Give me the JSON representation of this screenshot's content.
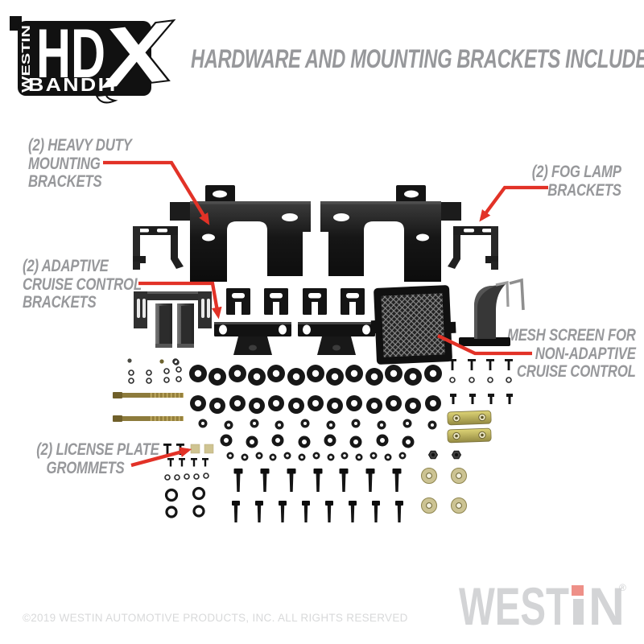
{
  "branding": {
    "logo": {
      "brand": "WESTIN",
      "model_hd": "HD",
      "model_x": "X",
      "sub": "BANDIT",
      "model_full": "HDX BANDIT"
    },
    "footer_logo": {
      "prefix": "WEST",
      "suffix": "N",
      "registered": "®",
      "full": "WESTIN"
    },
    "copyright": "©2019 WESTIN AUTOMOTIVE PRODUCTS, INC. ALL RIGHTS RESERVED"
  },
  "header": {
    "title": "HARDWARE AND MOUNTING BRACKETS INCLUDED"
  },
  "callouts": [
    {
      "id": "heavy-duty-mounting-brackets",
      "lines": [
        "(2) HEAVY DUTY",
        "MOUNTING",
        "BRACKETS"
      ]
    },
    {
      "id": "fog-lamp-brackets",
      "lines": [
        "(2) FOG LAMP",
        "BRACKETS"
      ]
    },
    {
      "id": "adaptive-cruise-control-brackets",
      "lines": [
        "(2) ADAPTIVE",
        "CRUISE CONTROL",
        "BRACKETS"
      ]
    },
    {
      "id": "mesh-screen-non-adaptive-cruise-control",
      "lines": [
        "MESH SCREEN FOR",
        "NON-ADAPTIVE",
        "CRUISE CONTROL"
      ]
    },
    {
      "id": "license-plate-grommets",
      "lines": [
        "(2) LICENSE PLATE",
        "GROMMETS"
      ]
    }
  ],
  "diagram": {
    "parts": [
      {
        "name": "heavy duty mounting bracket",
        "qty": 2
      },
      {
        "name": "fog lamp bracket",
        "qty": 2
      },
      {
        "name": "adaptive cruise control bracket",
        "qty": 2
      },
      {
        "name": "mesh screen for non-adaptive cruise control",
        "qty": 1
      },
      {
        "name": "license plate grommet",
        "qty": 2
      },
      {
        "name": "slotted mounting clip",
        "qty": 4
      },
      {
        "name": "lower support bracket",
        "qty": 2
      },
      {
        "name": "pedestal bracket",
        "qty": 1
      },
      {
        "name": "allen key",
        "qty": 2
      },
      {
        "name": "long brass hex bolt",
        "qty": 2
      },
      {
        "name": "zinc plate",
        "qty": 2
      },
      {
        "name": "zinc washer",
        "qty": 4
      },
      {
        "name": "black hex bolt",
        "qty": 15
      },
      {
        "name": "black washer / nut assortment",
        "qty": "assorted rows"
      },
      {
        "name": "black screw",
        "qty": "assorted"
      },
      {
        "name": "o-ring",
        "qty": 4
      }
    ]
  },
  "colors": {
    "background": "#ffffff",
    "label_gray": "#97989b",
    "arrow_red": "#e23227",
    "copyright_gray": "#d8d9da",
    "footer_logo_gray": "#d3d4d6",
    "footer_logo_dot": "#ee9088",
    "logo_black": "#111111",
    "part_black": "#151515",
    "brass": "#8d7b3c",
    "zinc": "#ccc393",
    "grommet_tan": "#cfc492"
  }
}
